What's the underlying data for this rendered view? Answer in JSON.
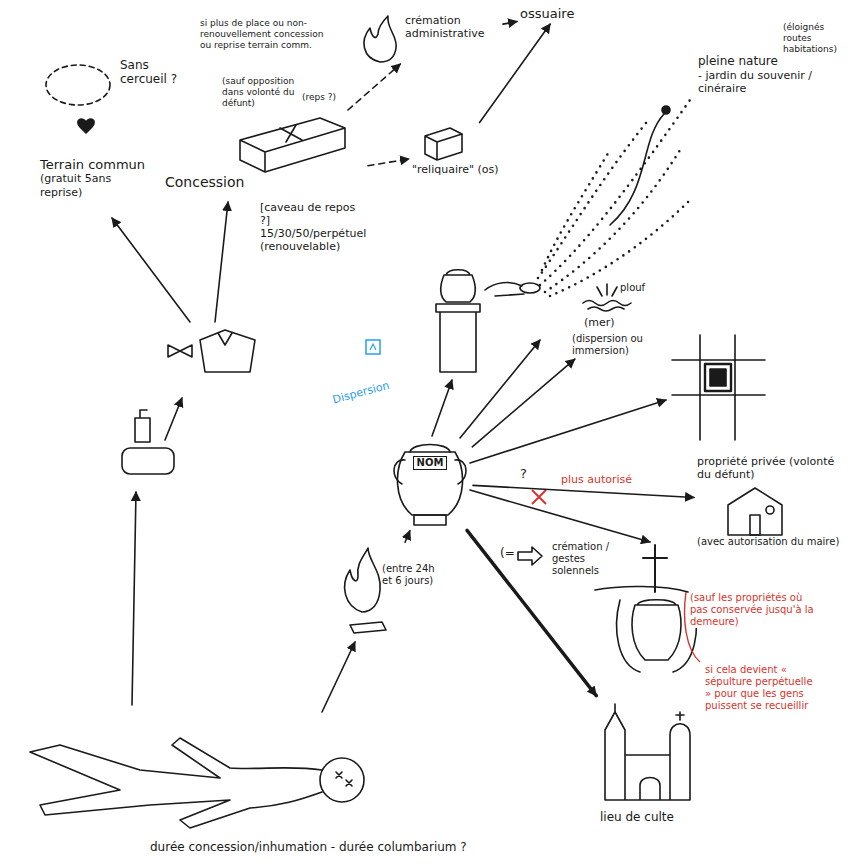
{
  "diagram": {
    "caption": "durée concession/inhumation - durée columbarium ?",
    "nodes": [
      {
        "text": [
          "Sans cercueil ?",
          "Terrain commun",
          "(gratuit 5ans reprise)"
        ]
      },
      {
        "text": [
          "Concession",
          "[caveau de repos ?]",
          "15/30/50/perpétuel (renouvelable)"
        ]
      },
      {
        "text": [
          "crémation administrative"
        ]
      },
      {
        "text": [
          "ossuaire"
        ]
      },
      {
        "text": [
          "\"reliquaire\" (os)"
        ]
      },
      {
        "text": [
          "(éloignés routes habitations)",
          "pleine nature",
          "- jardin du souvenir / cinéraire"
        ]
      },
      {
        "text": [
          "plouf",
          "(mer)",
          "(dispersion ou immersion)"
        ]
      },
      {
        "text": [
          "propriété privée (volonté du défunt)",
          "(avec autorisation du maire)"
        ]
      },
      {
        "text": [
          "NOM"
        ]
      },
      {
        "text": [
          "(entre 24h et 6 jours)"
        ]
      },
      {
        "text": [
          "lieu de culte"
        ]
      }
    ],
    "edges": [
      {
        "from": 1,
        "to": 2,
        "arrow": "to"
      },
      {
        "from": 1,
        "to": 4,
        "arrow": "to"
      },
      {
        "from": 2,
        "to": 3,
        "arrow": "to"
      },
      {
        "from": 4,
        "to": 3,
        "arrow": "to"
      },
      {
        "from": 9,
        "to": 8,
        "arrow": "to"
      },
      {
        "from": 8,
        "to": 6,
        "arrow": "to"
      },
      {
        "from": 8,
        "to": 7,
        "arrow": "to",
        "label": "plus autorisé"
      },
      {
        "from": 8,
        "to": 10,
        "arrow": "to"
      }
    ],
    "labels": [
      "si plus de place ou non-renouvellement concession ou reprise terrain comm.",
      "(sauf opposition dans volonté du défunt)",
      "(reps ?)",
      "Dispersion",
      "?",
      "(=",
      "crémation / gestes solennels",
      "(sauf les propriétés où pas conservée jusqu'à la demeure)",
      "si cela devient « sépulture perpétuelle » pour que les gens puissent se recueillir"
    ]
  }
}
